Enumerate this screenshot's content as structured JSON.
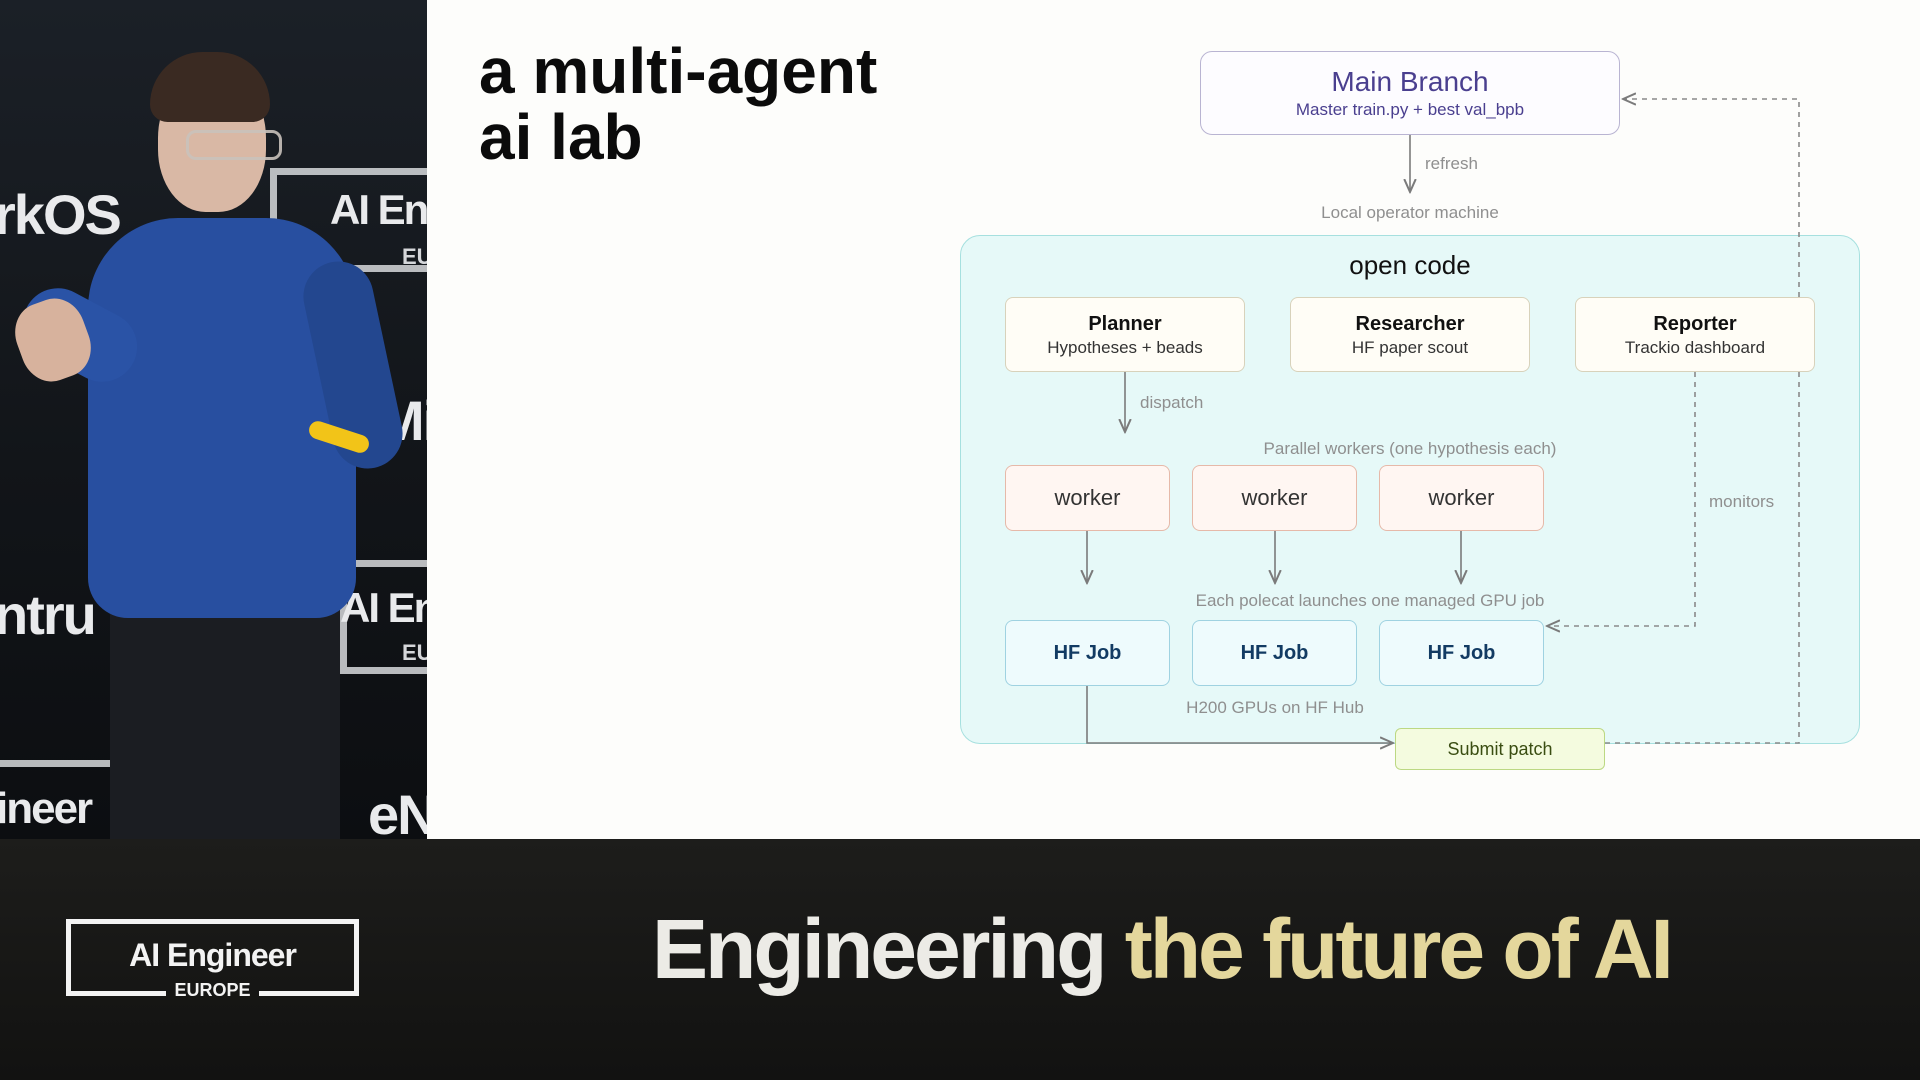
{
  "stage": {
    "backdrop_texts": [
      "rkOS",
      "AI En",
      "Mi",
      "ntru",
      "AI En",
      "ineer",
      "eN"
    ],
    "backdrop_small": [
      "EU",
      "EU"
    ]
  },
  "slide": {
    "title_line1": "a multi-agent",
    "title_line2": "ai lab",
    "main_branch": {
      "title": "Main Branch",
      "subtitle": "Master train.py + best val_bpb"
    },
    "refresh_label": "refresh",
    "local_machine_label": "Local operator machine",
    "region_title": "open code",
    "agents": [
      {
        "title": "Planner",
        "subtitle": "Hypotheses + beads"
      },
      {
        "title": "Researcher",
        "subtitle": "HF paper scout"
      },
      {
        "title": "Reporter",
        "subtitle": "Trackio dashboard"
      }
    ],
    "dispatch_label": "dispatch",
    "parallel_label": "Parallel workers (one hypothesis each)",
    "workers": [
      "worker",
      "worker",
      "worker"
    ],
    "monitors_label": "monitors",
    "polecat_label": "Each polecat launches one managed GPU job",
    "hf_jobs": [
      "HF Job",
      "HF Job",
      "HF Job"
    ],
    "gpu_label": "H200 GPUs on HF Hub",
    "submit_label": "Submit patch"
  },
  "banner": {
    "logo_title": "AI Engineer",
    "logo_subtitle": "EUROPE",
    "tagline_part1": "Engineering",
    "tagline_part2": "the future of AI"
  },
  "colors": {
    "region_fill": "#e6f9f8",
    "main_branch_text": "#4a3f8f",
    "hf_job_text": "#123b63",
    "submit_fill": "#f4fbdf",
    "tagline_accent": "#e4d79c"
  }
}
